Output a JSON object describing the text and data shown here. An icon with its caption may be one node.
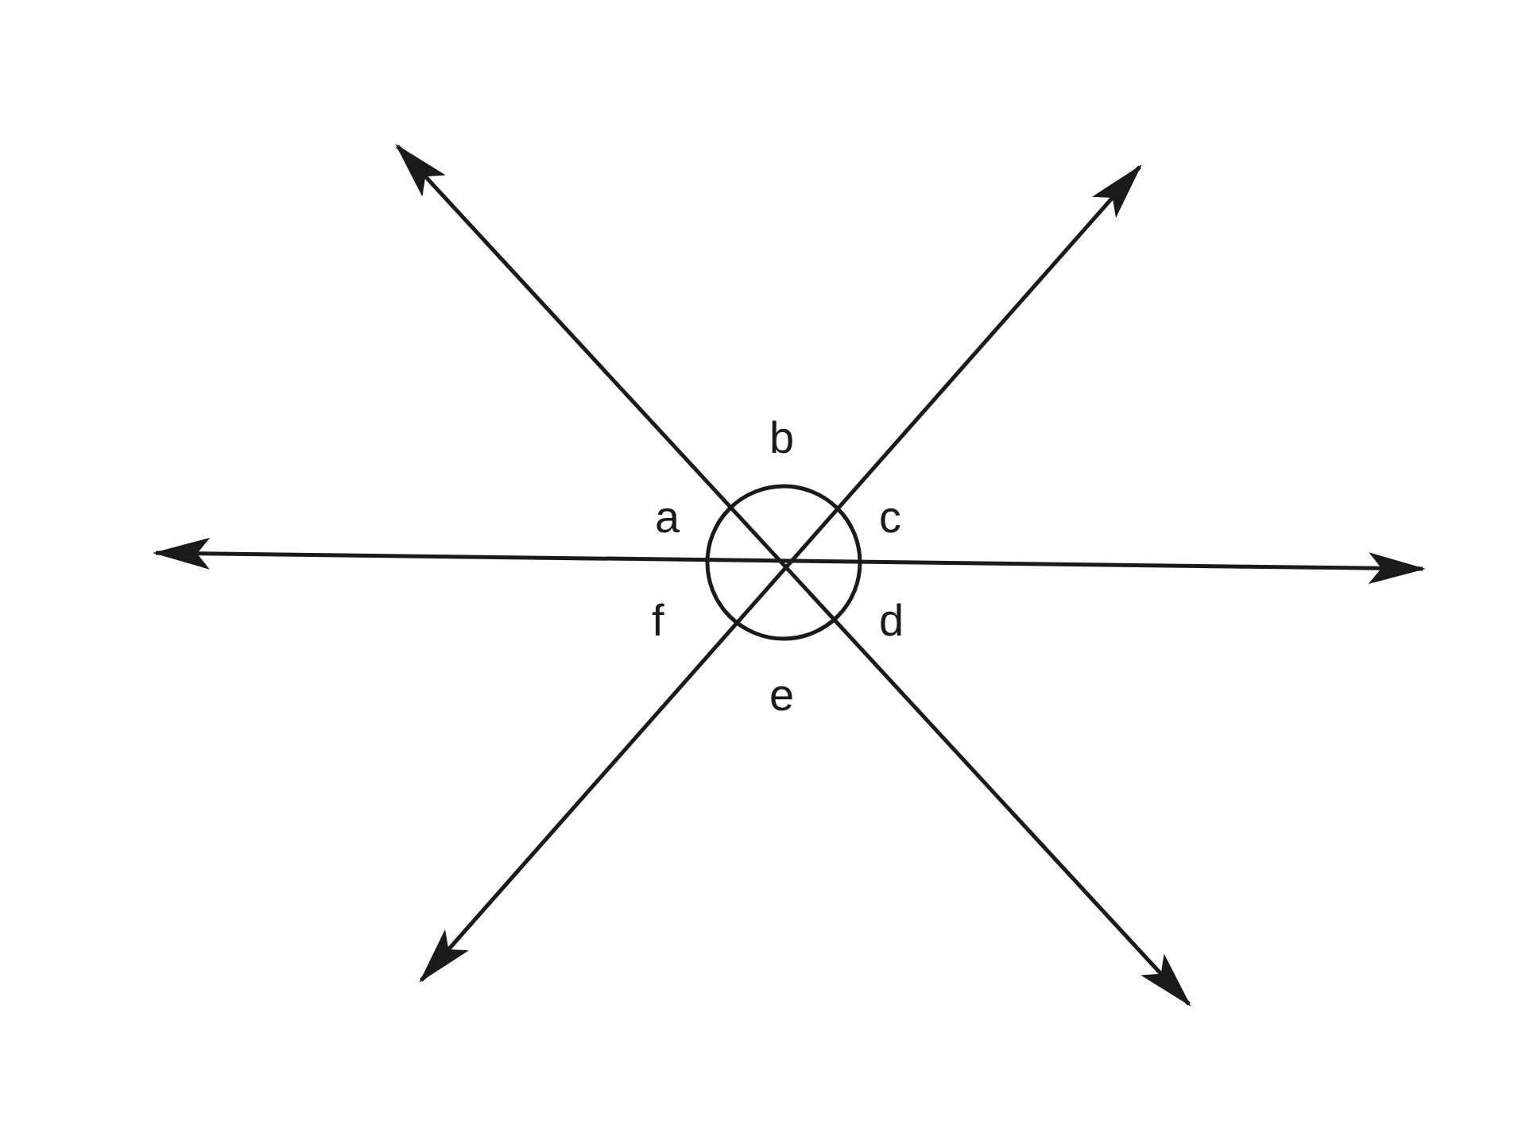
{
  "diagram": {
    "labels": [
      "b",
      "a",
      "c",
      "f",
      "d",
      "e"
    ]
  }
}
